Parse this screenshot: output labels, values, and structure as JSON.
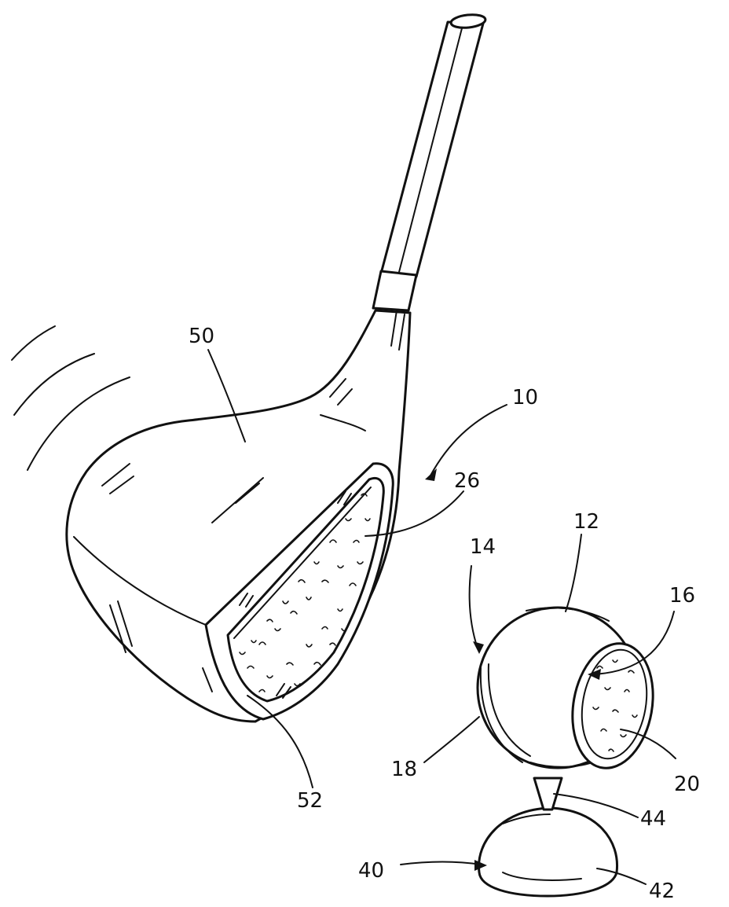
{
  "figure": {
    "labels": {
      "driver_head": "50",
      "assembly": "10",
      "face_insert": "26",
      "face_rim": "52",
      "ball": "12",
      "ball_seam": "14",
      "ball_insert": "16",
      "ball_ring": "18",
      "ball_insert_surface": "20",
      "tee": "40",
      "tee_base": "42",
      "tee_stem": "44"
    },
    "colors": {
      "ink": "#111111",
      "paper": "#ffffff"
    }
  }
}
